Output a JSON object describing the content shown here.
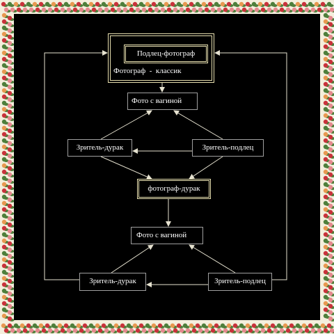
{
  "theme": {
    "background": "#000000",
    "frame_leaf": "#4e7f3b",
    "frame_bg": "#f4efdd",
    "flower_red": "#c9323b",
    "flower_pink": "#e58a8f",
    "flower_orange": "#e89850",
    "line_color": "#e6e2d0",
    "highlight_border": "#f3eec8"
  },
  "nodes": {
    "top_title": "Подлец-фотограф",
    "top_subtitle": "Фотограф  -  классик",
    "photo_1": "Фото с вагиной",
    "viewer_fool_1": "Зритель-дурак",
    "viewer_scoundrel_1": "Зритель-подлец",
    "photographer_fool": "фотограф-дурак",
    "photo_2": "Фото с вагиной",
    "viewer_fool_2": "Зритель-дурак",
    "viewer_scoundrel_2": "Зритель-подлец"
  }
}
